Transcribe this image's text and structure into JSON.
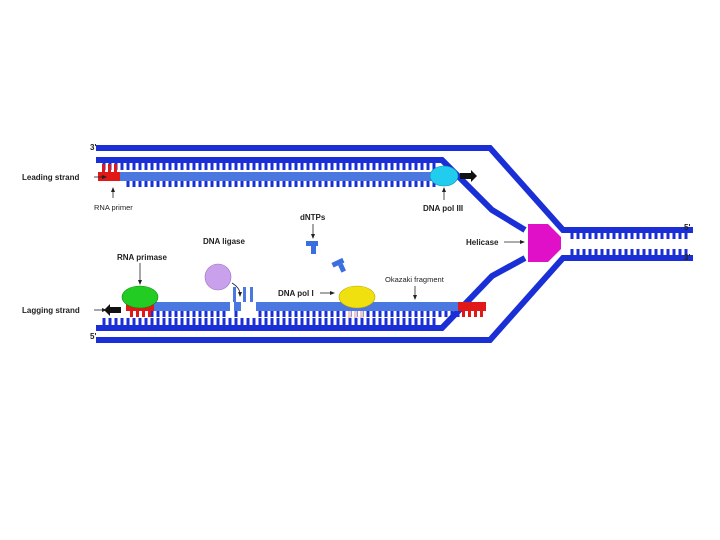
{
  "labels": {
    "leading_strand": "Leading strand",
    "lagging_strand": "Lagging strand",
    "rna_primer": "RNA primer",
    "dntps": "dNTPs",
    "dna_pol_iii": "DNA pol III",
    "helicase": "Helicase",
    "rna_primase": "RNA primase",
    "dna_ligase": "DNA ligase",
    "okazaki_fragment": "Okazaki fragment",
    "dna_pol_i": "DNA pol I"
  },
  "ends": {
    "top_left": "3'",
    "bottom_left": "5'",
    "right_top": "5'",
    "right_bottom": "3'"
  },
  "colors": {
    "dna_backbone": "#1a2fd6",
    "new_strand": "#4a78e0",
    "rna_primer": "#e01818",
    "primer_faded": "#f0c8c8",
    "dna_pol_iii": "#22ccee",
    "helicase": "#e010c8",
    "rna_primase": "#22cc22",
    "dna_ligase": "#c8a0ec",
    "dna_pol_i": "#f0e010",
    "dntp": "#3b6fe0"
  }
}
